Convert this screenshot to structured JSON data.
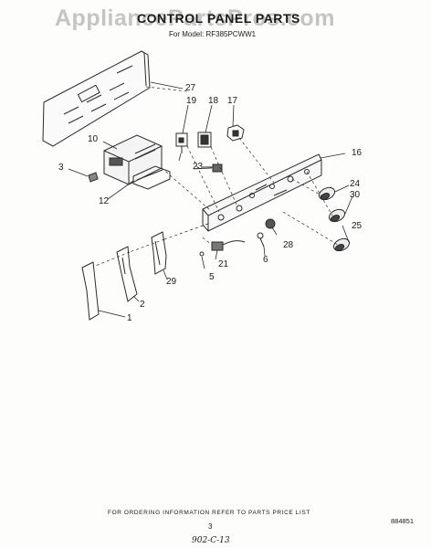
{
  "watermark": "AppliancePartsPros.com",
  "header": {
    "title": "CONTROL PANEL PARTS",
    "subtitle": "For Model: RF385PCWW1"
  },
  "labels": {
    "p1": "1",
    "p2": "2",
    "p3": "3",
    "p5": "5",
    "p6": "6",
    "p10": "10",
    "p12": "12",
    "p16": "16",
    "p17": "17",
    "p18": "18",
    "p19": "19",
    "p21": "21",
    "p23": "23",
    "p24": "24",
    "p25": "25",
    "p27": "27",
    "p28": "28",
    "p29": "29",
    "p30": "30"
  },
  "footer": {
    "note": "FOR ORDERING INFORMATION REFER TO PARTS PRICE LIST",
    "page_number": "3",
    "code": "884851",
    "handwritten": "902-C-13"
  }
}
